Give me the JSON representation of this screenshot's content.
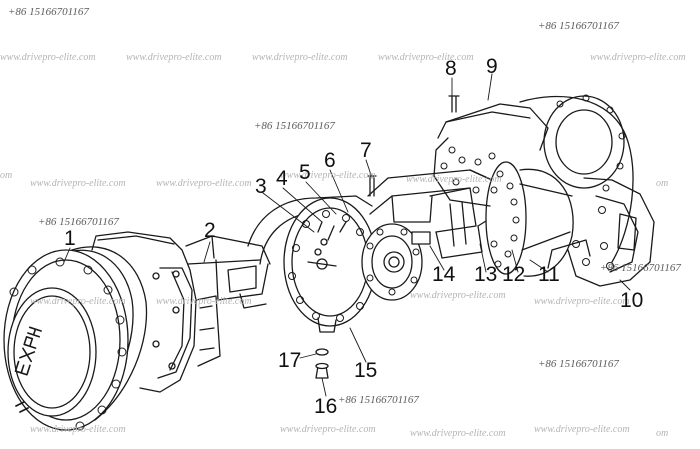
{
  "watermarks": {
    "phone": "+86 15166701167",
    "site": "www.drivepro-elite.com",
    "site_short": "om",
    "site_cut_top": "www.drivepro-elite.com",
    "site_cut_bottom": "www.drivepro-elite.com"
  },
  "callouts": [
    "1",
    "2",
    "3",
    "4",
    "5",
    "6",
    "7",
    "8",
    "9",
    "10",
    "11",
    "12",
    "13",
    "14",
    "15",
    "16",
    "17"
  ],
  "colors": {
    "line": "#1a1a1a",
    "watermark": "#b4b4b4",
    "phone": "#5a5a5a"
  }
}
